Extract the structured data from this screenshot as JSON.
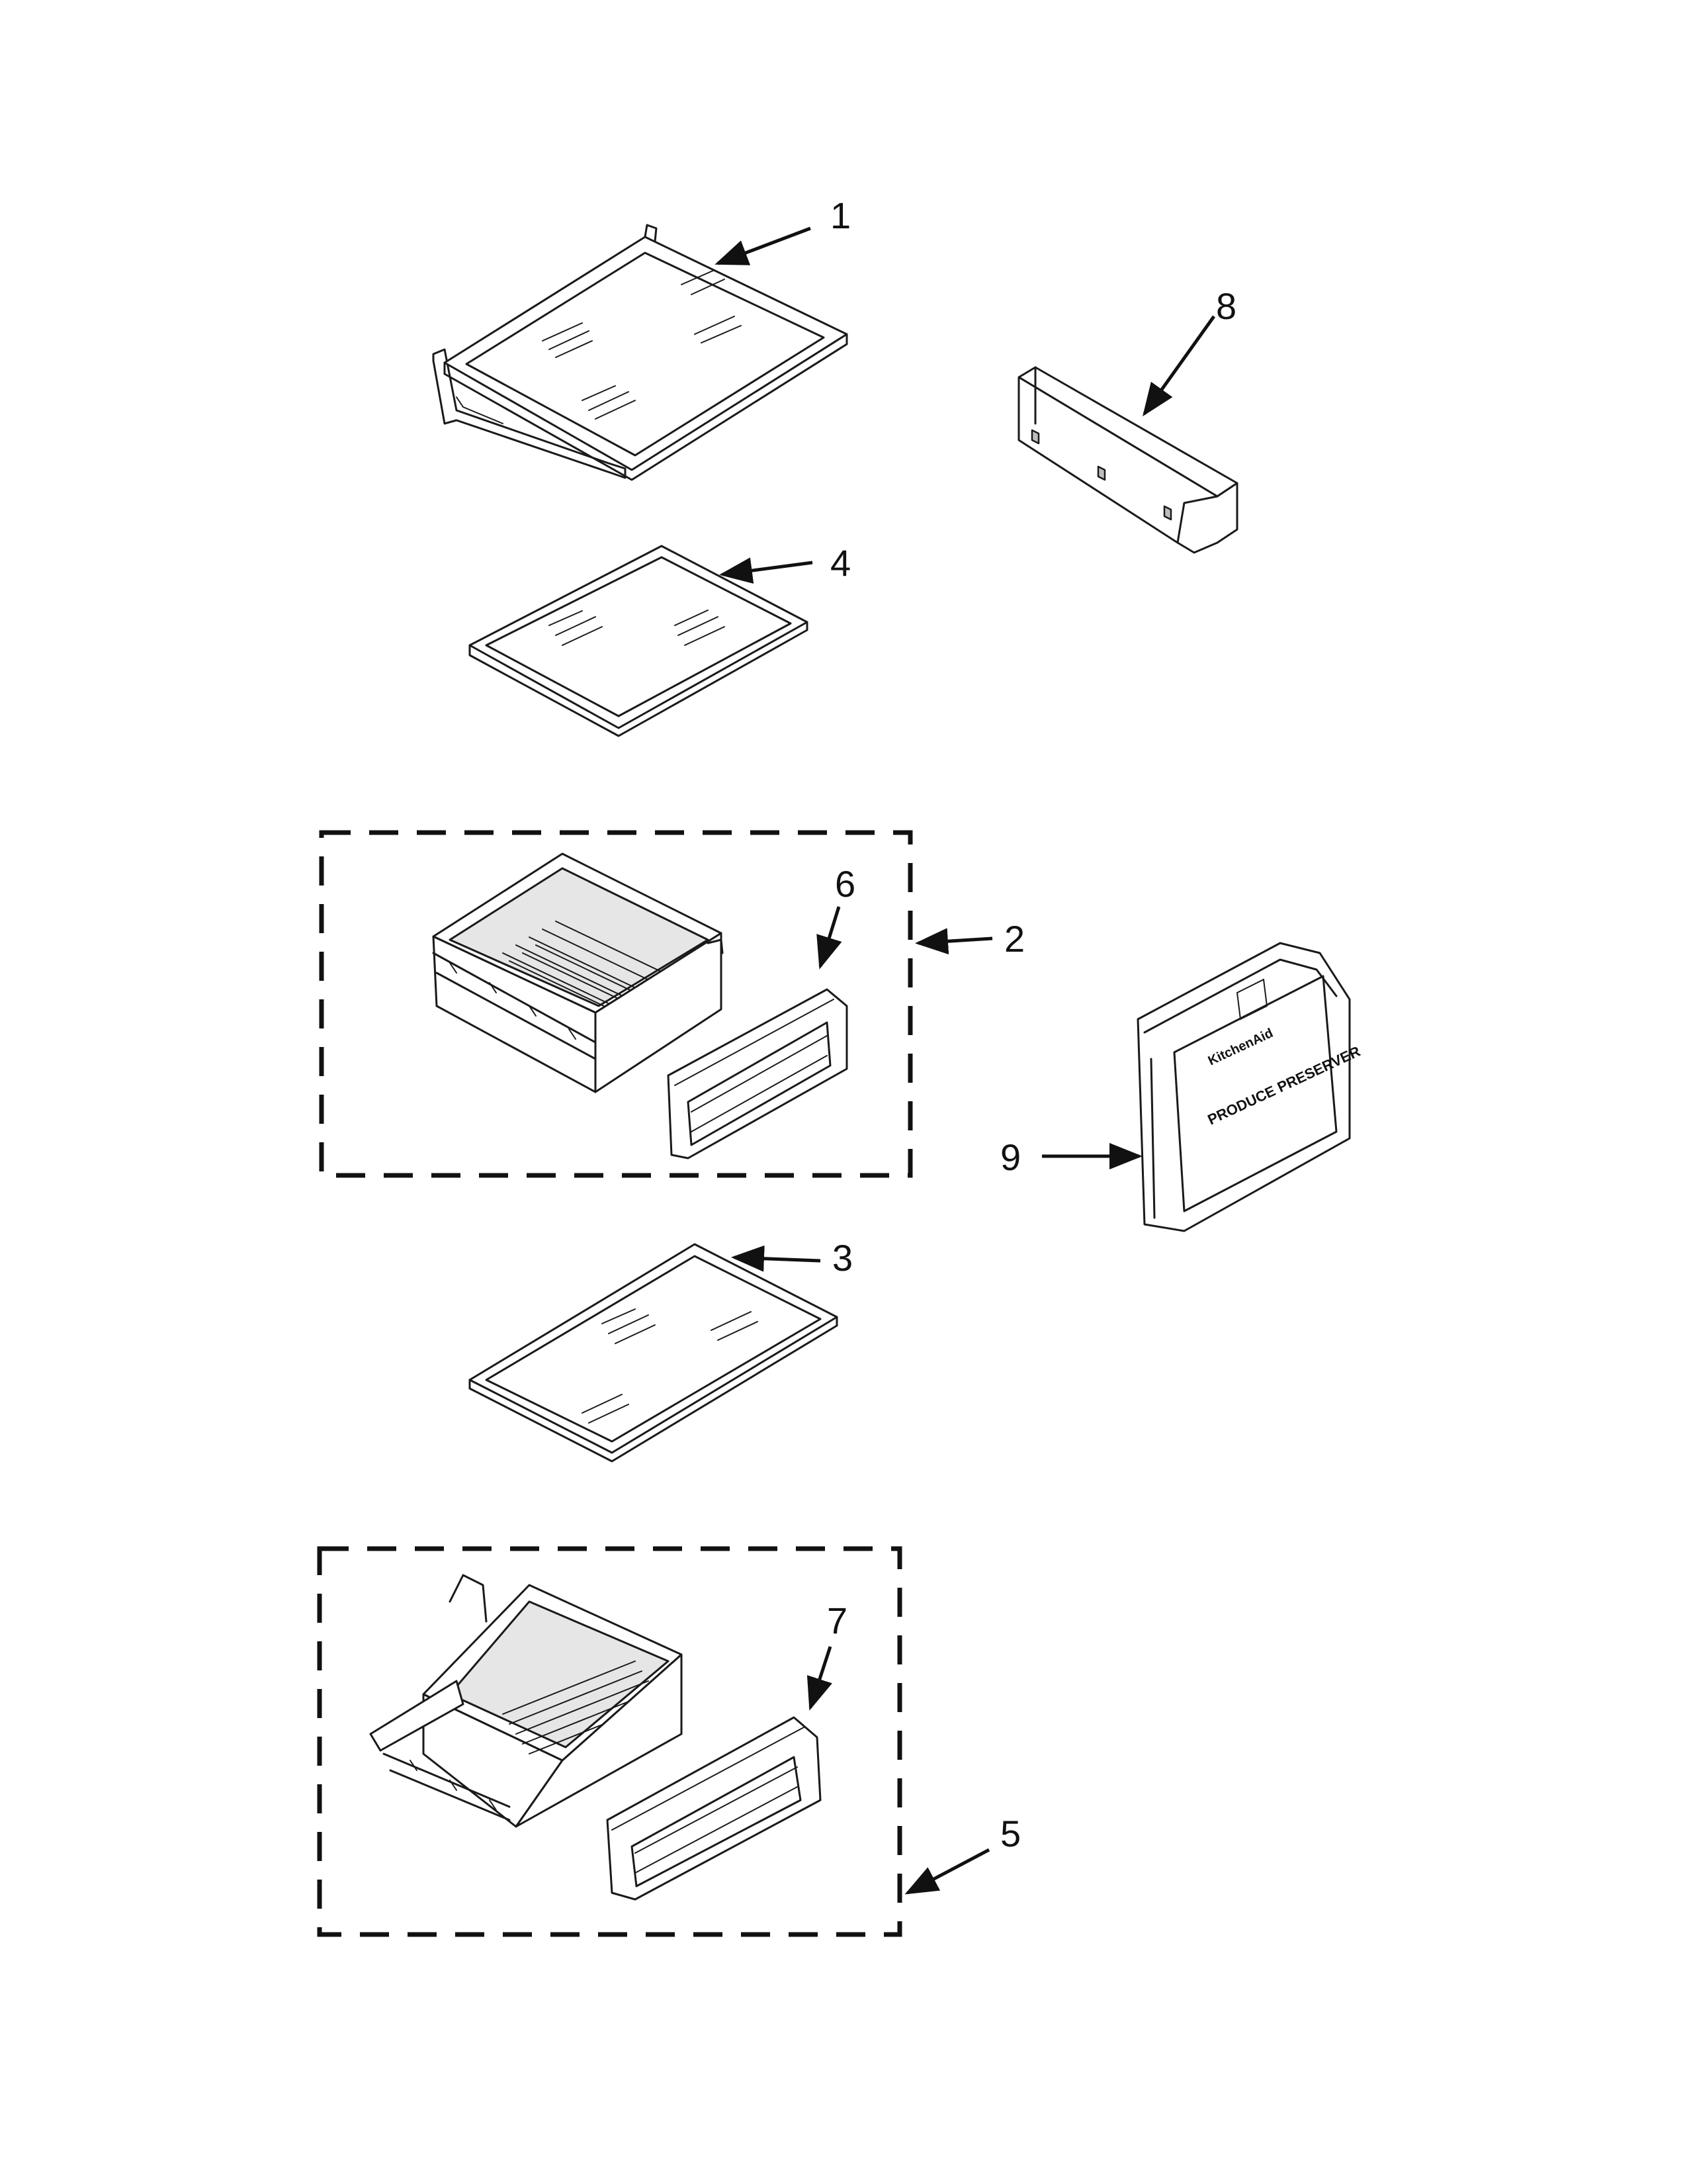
{
  "callouts": {
    "c1": "1",
    "c2": "2",
    "c3": "3",
    "c4": "4",
    "c5": "5",
    "c6": "6",
    "c7": "7",
    "c8": "8",
    "c9": "9"
  },
  "part_labels": {
    "brand": "KitchenAid",
    "product": "PRODUCE PRESERVER"
  }
}
